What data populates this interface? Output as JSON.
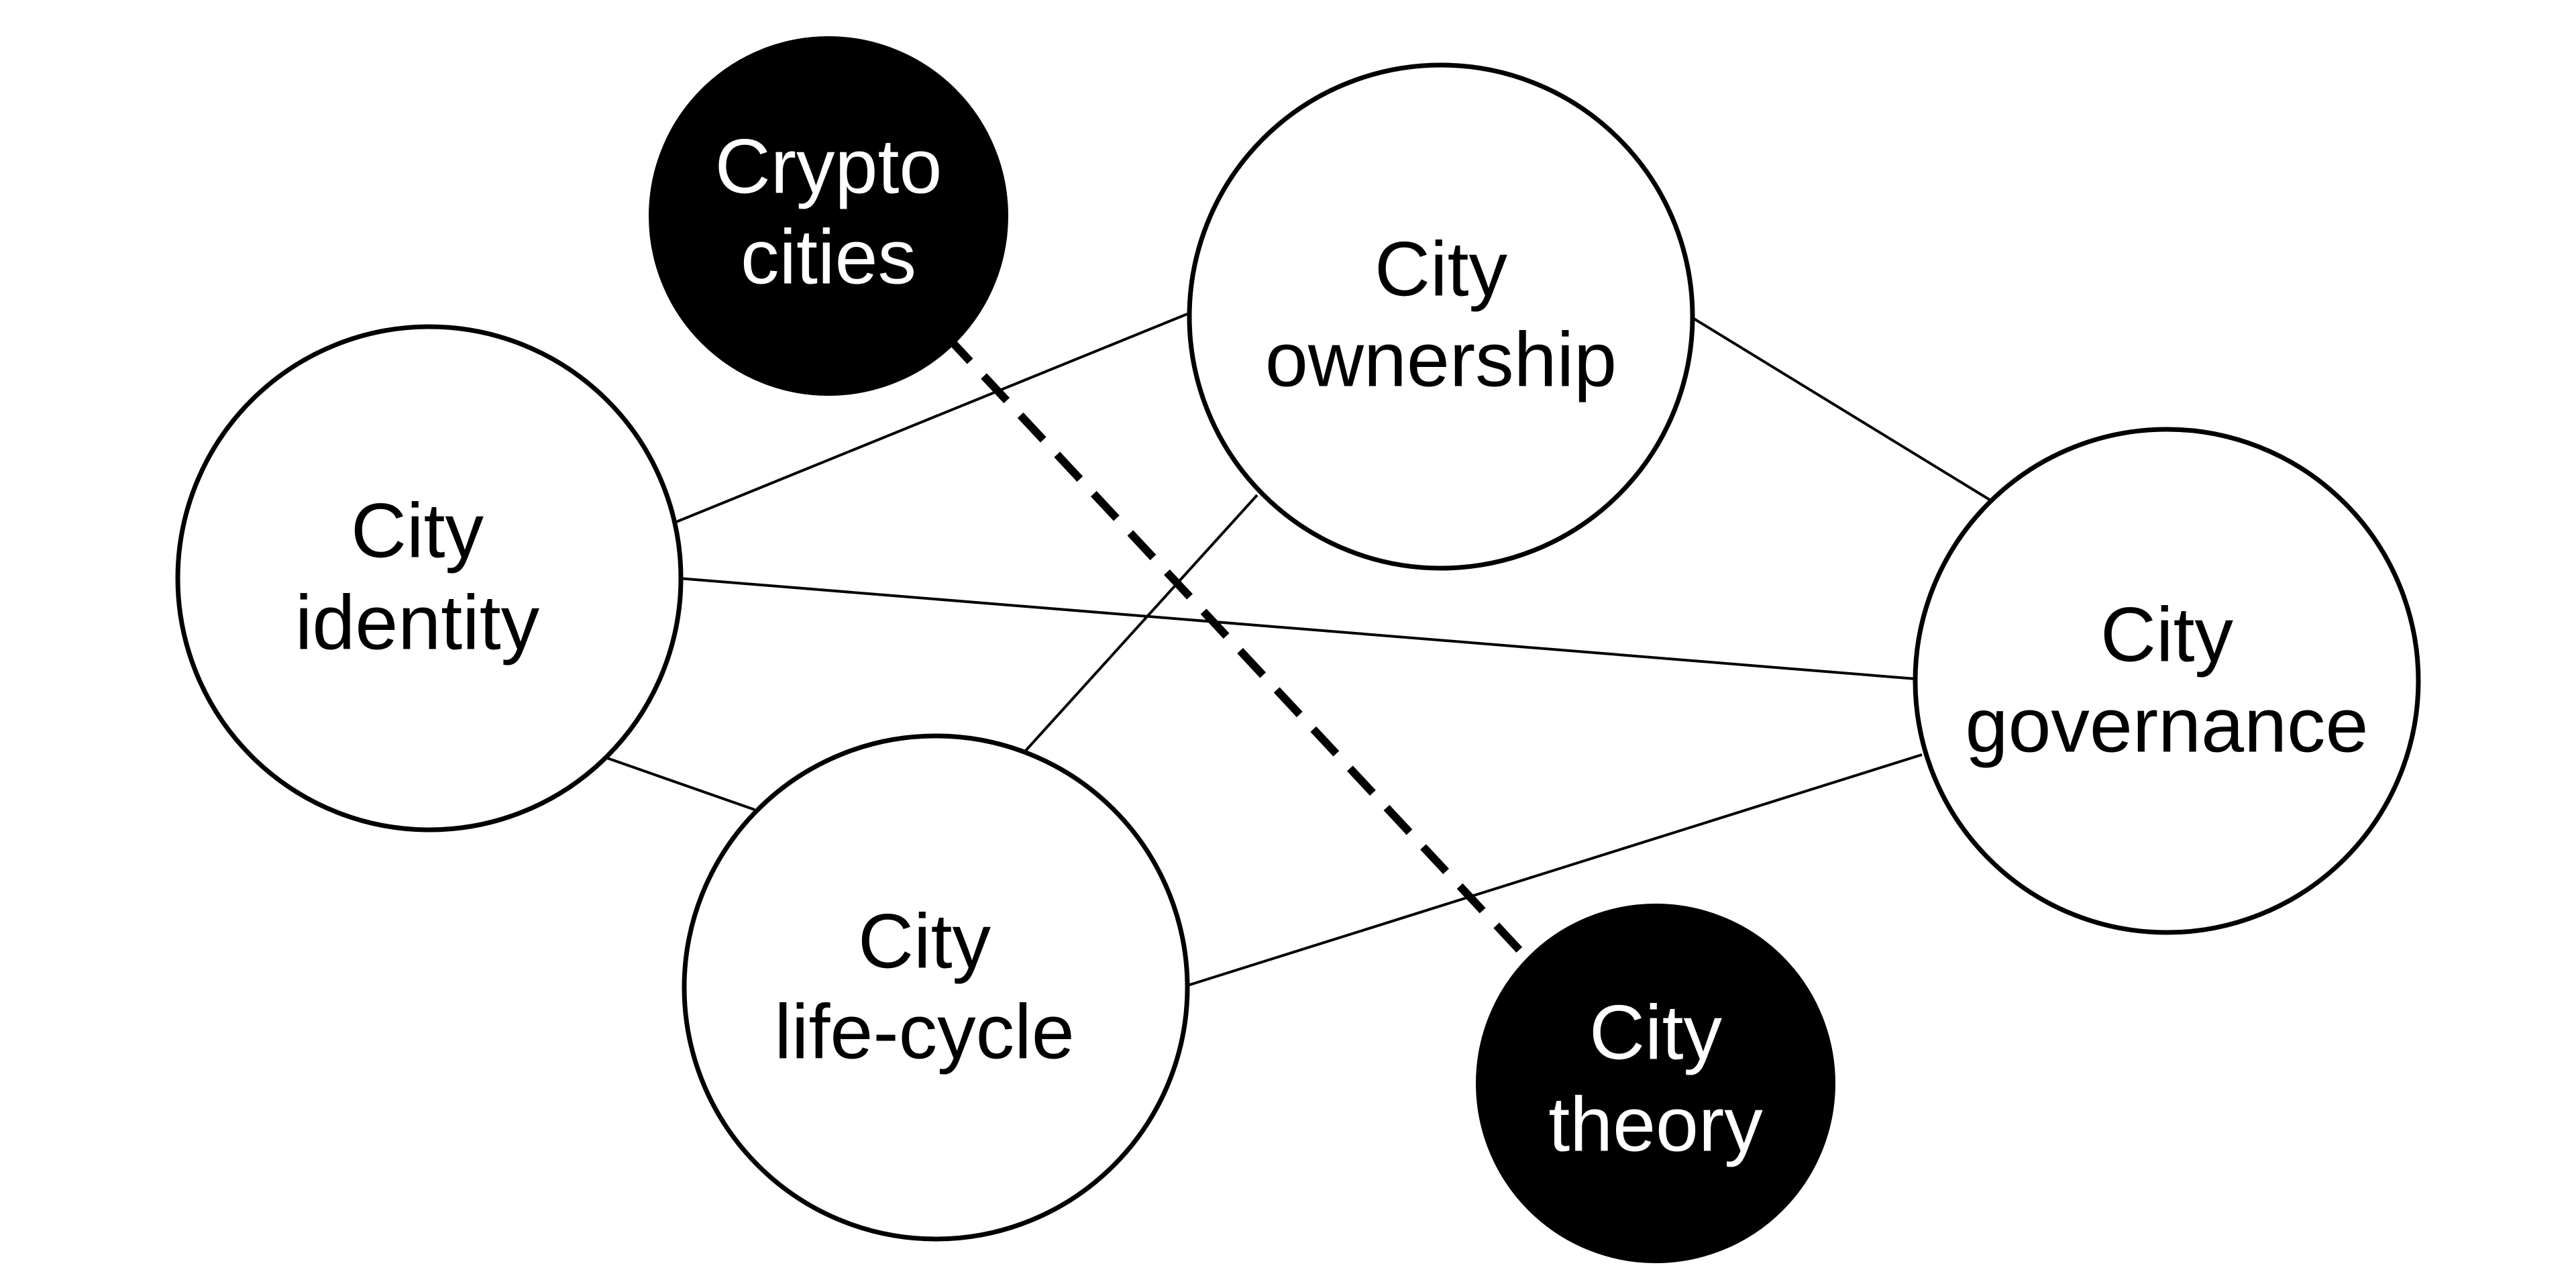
{
  "diagram": {
    "nodes": {
      "crypto_cities": {
        "line1": "Crypto",
        "line2": "cities",
        "style": "filled"
      },
      "city_ownership": {
        "line1": "City",
        "line2": "ownership",
        "style": "outline"
      },
      "city_identity": {
        "line1": "City",
        "line2": "identity",
        "style": "outline"
      },
      "city_governance": {
        "line1": "City",
        "line2": "governance",
        "style": "outline"
      },
      "city_life_cycle": {
        "line1": "City",
        "line2": "life-cycle",
        "style": "outline"
      },
      "city_theory": {
        "line1": "City",
        "line2": "theory",
        "style": "filled"
      }
    },
    "edges": [
      {
        "from": "city_identity",
        "to": "city_ownership",
        "style": "solid"
      },
      {
        "from": "city_identity",
        "to": "city_governance",
        "style": "solid"
      },
      {
        "from": "city_identity",
        "to": "city_life_cycle",
        "style": "solid"
      },
      {
        "from": "city_ownership",
        "to": "city_governance",
        "style": "solid"
      },
      {
        "from": "city_ownership",
        "to": "city_life_cycle",
        "style": "solid"
      },
      {
        "from": "city_life_cycle",
        "to": "city_governance",
        "style": "solid"
      },
      {
        "from": "crypto_cities",
        "to": "city_theory",
        "style": "dashed"
      }
    ],
    "colors": {
      "background": "#ffffff",
      "stroke": "#000000",
      "filled_node": "#000000",
      "filled_text": "#ffffff",
      "outline_text": "#000000"
    }
  }
}
